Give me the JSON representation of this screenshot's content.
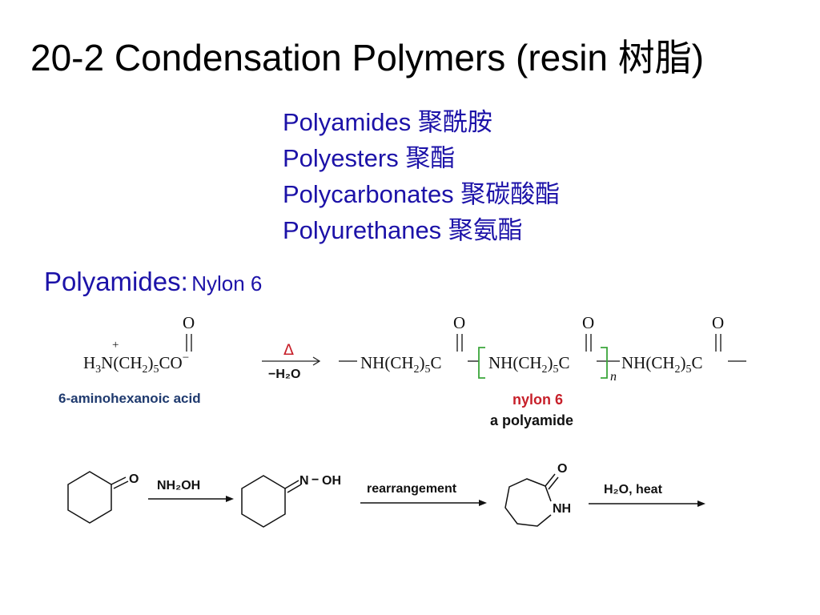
{
  "slide": {
    "title": "20-2  Condensation Polymers (resin 树脂)",
    "list": [
      "Polyamides 聚酰胺",
      "Polyesters 聚酯",
      "Polycarbonates 聚碳酸酯",
      "Polyurethanes 聚氨酯"
    ],
    "subheading": {
      "main": "Polyamides:",
      "sub": "Nylon 6"
    }
  },
  "reaction1": {
    "reactant_prefix": "H",
    "reactant_sub1": "3",
    "reactant_mid": "N(CH",
    "reactant_sub2": "2",
    "reactant_mid2": ")",
    "reactant_sub3": "5",
    "reactant_tail": "CO",
    "charge_plus": "+",
    "charge_minus": "−",
    "carbonyl_o": "O",
    "reactant_name": "6-aminohexanoic acid",
    "arrow_top": "Δ",
    "arrow_bottom": "−H₂O",
    "product_unit_a": "NH(CH",
    "product_unit_b": "2",
    "product_unit_c": ")",
    "product_unit_d": "5",
    "product_unit_e": "C",
    "repeat_n": "n",
    "product_name": "nylon 6",
    "product_class": "a polyamide",
    "colors": {
      "navy": "#1f3a6e",
      "red": "#c7202a",
      "bracket": "#3aa63a"
    }
  },
  "reaction2": {
    "ketone_o": "O",
    "reagent1": "NH₂OH",
    "oxime_n": "N",
    "oxime_dash": "−",
    "oxime_oh": "OH",
    "reagent2": "rearrangement",
    "lactam_o": "O",
    "lactam_nh": "NH",
    "reagent3": "H₂O, heat"
  }
}
